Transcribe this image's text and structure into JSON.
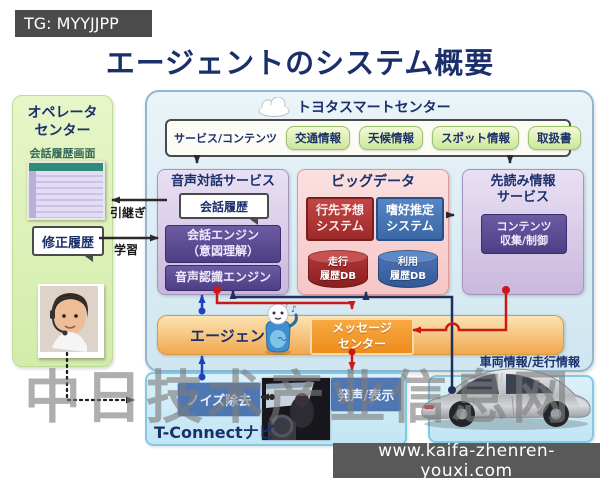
{
  "badge": "TG: MYYJJPP",
  "title": "エージェントのシステム概要",
  "operator_center": {
    "title": "オペレータ\nセンター",
    "screen_label": "会話履歴画面",
    "correction_label": "修正履歴",
    "handover_label": "引継ぎ",
    "learning_label": "学習",
    "photo_icon": "operator-with-headset-photo",
    "screenshot_icon": "conversation-history-screen-thumbnail"
  },
  "smart_center": {
    "title": "トヨタスマートセンター",
    "cloud_icon": "cloud-icon",
    "services_label": "サービス/コンテンツ",
    "service_buttons": [
      "交通情報",
      "天候情報",
      "スポット情報",
      "取扱書"
    ],
    "voice_dialog_service": {
      "title": "音声対話サービス",
      "conversation_history": "会話履歴",
      "conversation_engine": "会話エンジン\n（意図理解）",
      "speech_recognition_engine": "音声認識エンジン"
    },
    "big_data": {
      "title": "ビッグデータ",
      "destination_prediction": "行先予想\nシステム",
      "preference_estimation": "嗜好推定\nシステム",
      "driving_history_db": "走行\n履歴DB",
      "usage_history_db": "利用\n履歴DB"
    },
    "lookahead_service": {
      "title": "先読み情報\nサービス",
      "content_collection": "コンテンツ\n収集/制御"
    },
    "agent": {
      "label": "エージェント",
      "mascot_icon": "agent-mascot-robot",
      "message_center": "メッセージ\nセンター"
    },
    "vehicle_info_label": "車両情報/走行情報"
  },
  "tconnect": {
    "title": "T-Connectナビ",
    "noise_removal": "ノイズ除去",
    "speech_display": "発声/表示",
    "interior_photo_icon": "driver-in-car-photo",
    "car_icon": "prius-car-photo"
  },
  "watermark": {
    "text": "中日技术产业信息网",
    "url": "www.kaifa-zhenren-youxi.com"
  },
  "colors": {
    "accent_navy": "#1b2f6b",
    "panel_blue": "#d5e9f3",
    "panel_green": "#ddf2bd",
    "box_purple_dark": "#5a4a90",
    "box_red": "#a8302e",
    "box_blue": "#3e69a9",
    "agent_orange": "#f2a84e",
    "message_orange": "#ee8c1c",
    "tconnect_cyan": "#cdeaf6",
    "arrow_red": "#cc1818",
    "arrow_blue": "#2040c0",
    "arrow_navy": "#20305e"
  }
}
